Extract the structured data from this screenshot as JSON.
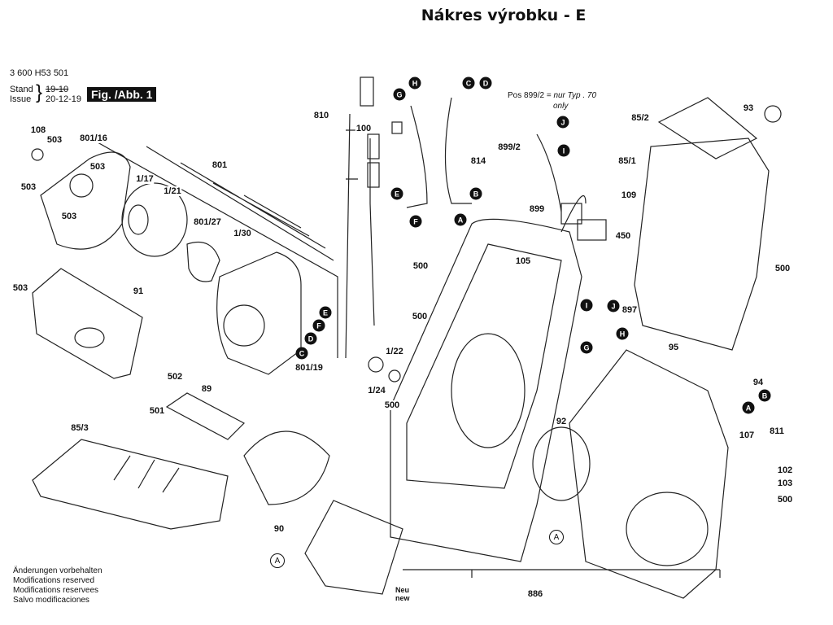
{
  "title": "Nákres výrobku - E",
  "header": {
    "doc_number": "3 600 H53 501",
    "stand_label": "Stand",
    "issue_label": "Issue",
    "stand_value": "19-10",
    "issue_value": "20-12-19",
    "figure_label": "Fig. /Abb. 1"
  },
  "note": {
    "pos": "Pos 899/2 =",
    "text": "nur Typ . 70",
    "text2": "only"
  },
  "part_labels": [
    "108",
    "503",
    "801/16",
    "503",
    "801",
    "1/17",
    "1/21",
    "503",
    "503",
    "801/27",
    "1/30",
    "503",
    "91",
    "801/19",
    "502",
    "89",
    "501",
    "85/3",
    "90",
    "810",
    "100",
    "814",
    "899/2",
    "899",
    "109",
    "450",
    "85/2",
    "93",
    "85/1",
    "500",
    "500",
    "105",
    "500",
    "897",
    "1/22",
    "95",
    "1/24",
    "500",
    "92",
    "94",
    "811",
    "107",
    "102",
    "103",
    "500",
    "886"
  ],
  "connector_letters": [
    "H",
    "G",
    "C",
    "D",
    "E",
    "F",
    "B",
    "A",
    "J",
    "I",
    "E",
    "F",
    "D",
    "C",
    "I",
    "J",
    "H",
    "G",
    "A",
    "B",
    "A",
    "A"
  ],
  "neu_label": "Neu",
  "new_label": "new",
  "footer": [
    "Änderungen vorbehalten",
    "Modifications reserved",
    "Modifications reservees",
    "Salvo modificaciones"
  ]
}
